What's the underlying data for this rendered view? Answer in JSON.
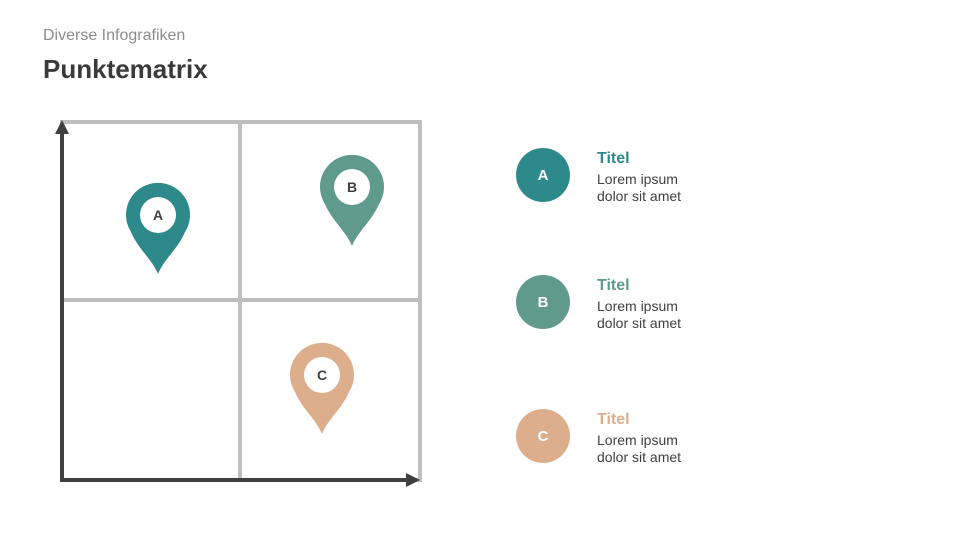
{
  "header": {
    "subtitle": "Diverse Infografiken",
    "title": "Punktematrix"
  },
  "items": [
    {
      "letter": "A",
      "color": "#2e8a8a",
      "title": "Titel",
      "line1": "Lorem ipsum",
      "line2": "dolor sit amet"
    },
    {
      "letter": "B",
      "color": "#5f9a8c",
      "title": "Titel",
      "line1": "Lorem ipsum",
      "line2": "dolor sit amet"
    },
    {
      "letter": "C",
      "color": "#dcae8c",
      "title": "Titel",
      "line1": "Lorem ipsum",
      "line2": "dolor sit amet"
    }
  ]
}
